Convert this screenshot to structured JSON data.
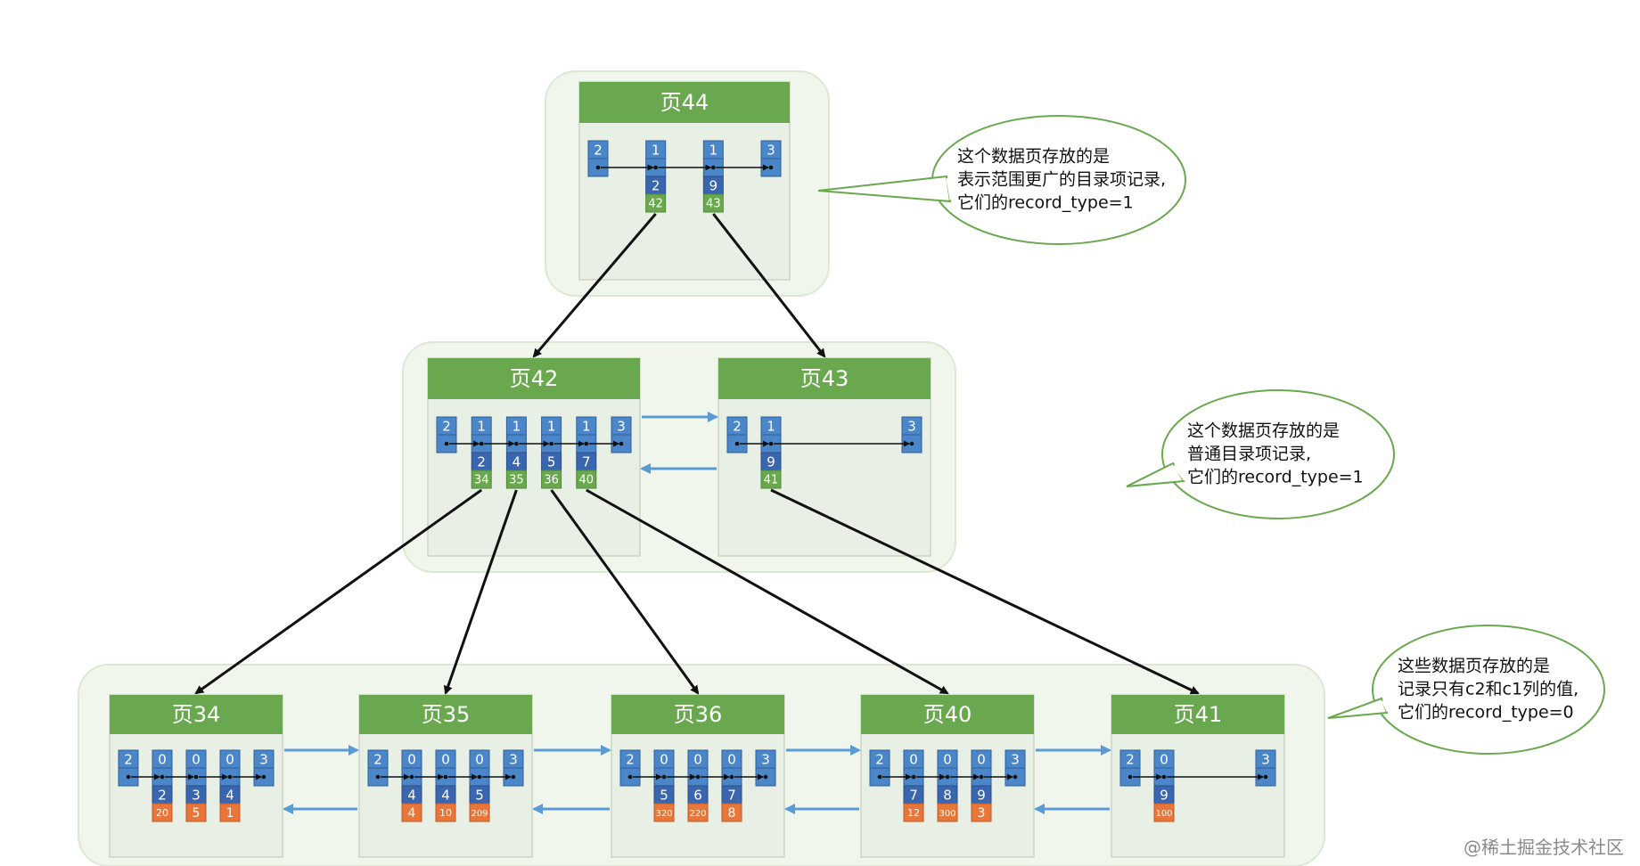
{
  "levels": [
    {
      "pages": [
        {
          "title": "页44",
          "records": [
            {
              "type": "2"
            },
            {
              "type": "1",
              "key": "2",
              "ptr": "42"
            },
            {
              "type": "1",
              "key": "9",
              "ptr": "43"
            },
            {
              "type": "3"
            }
          ]
        }
      ]
    },
    {
      "pages": [
        {
          "title": "页42",
          "records": [
            {
              "type": "2"
            },
            {
              "type": "1",
              "key": "2",
              "ptr": "34"
            },
            {
              "type": "1",
              "key": "4",
              "ptr": "35"
            },
            {
              "type": "1",
              "key": "5",
              "ptr": "36"
            },
            {
              "type": "1",
              "key": "7",
              "ptr": "40"
            },
            {
              "type": "3"
            }
          ]
        },
        {
          "title": "页43",
          "records": [
            {
              "type": "2"
            },
            {
              "type": "1",
              "key": "9",
              "ptr": "41"
            },
            {
              "type": "3"
            }
          ]
        }
      ]
    },
    {
      "pages": [
        {
          "title": "页34",
          "records": [
            {
              "type": "2"
            },
            {
              "type": "0",
              "key": "2",
              "val": "20"
            },
            {
              "type": "0",
              "key": "3",
              "val": "5"
            },
            {
              "type": "0",
              "key": "4",
              "val": "1"
            },
            {
              "type": "3"
            }
          ]
        },
        {
          "title": "页35",
          "records": [
            {
              "type": "2"
            },
            {
              "type": "0",
              "key": "4",
              "val": "4"
            },
            {
              "type": "0",
              "key": "4",
              "val": "10"
            },
            {
              "type": "0",
              "key": "5",
              "val": "209"
            },
            {
              "type": "3"
            }
          ]
        },
        {
          "title": "页36",
          "records": [
            {
              "type": "2"
            },
            {
              "type": "0",
              "key": "5",
              "val": "320"
            },
            {
              "type": "0",
              "key": "6",
              "val": "220"
            },
            {
              "type": "0",
              "key": "7",
              "val": "8"
            },
            {
              "type": "3"
            }
          ]
        },
        {
          "title": "页40",
          "records": [
            {
              "type": "2"
            },
            {
              "type": "0",
              "key": "7",
              "val": "12"
            },
            {
              "type": "0",
              "key": "8",
              "val": "300"
            },
            {
              "type": "0",
              "key": "9",
              "val": "3"
            },
            {
              "type": "3"
            }
          ]
        },
        {
          "title": "页41",
          "records": [
            {
              "type": "2"
            },
            {
              "type": "0",
              "key": "9",
              "val": "100"
            },
            {
              "type": "3"
            }
          ]
        }
      ]
    }
  ],
  "callouts": [
    {
      "lines": [
        "这个数据页存放的是",
        "表示范围更广的目录项记录,",
        "它们的record_type=1"
      ]
    },
    {
      "lines": [
        "这个数据页存放的是",
        "普通目录项记录,",
        "它们的record_type=1"
      ]
    },
    {
      "lines": [
        "这些数据页存放的是",
        "记录只有c2和c1列的值,",
        "它们的record_type=0"
      ]
    }
  ],
  "watermark": "@稀土掘金技术社区",
  "colors": {
    "page_header": "#6aa84f",
    "page_body": "#e8efe4",
    "group_bg": "#f0f6ec",
    "record_blue": "#4a86c8",
    "record_dark_blue": "#3a66b0",
    "pointer_green": "#6aa84f",
    "value_orange": "#e8763a",
    "sibling_arrow": "#5b9bd5",
    "callout_border": "#6aa84f"
  }
}
